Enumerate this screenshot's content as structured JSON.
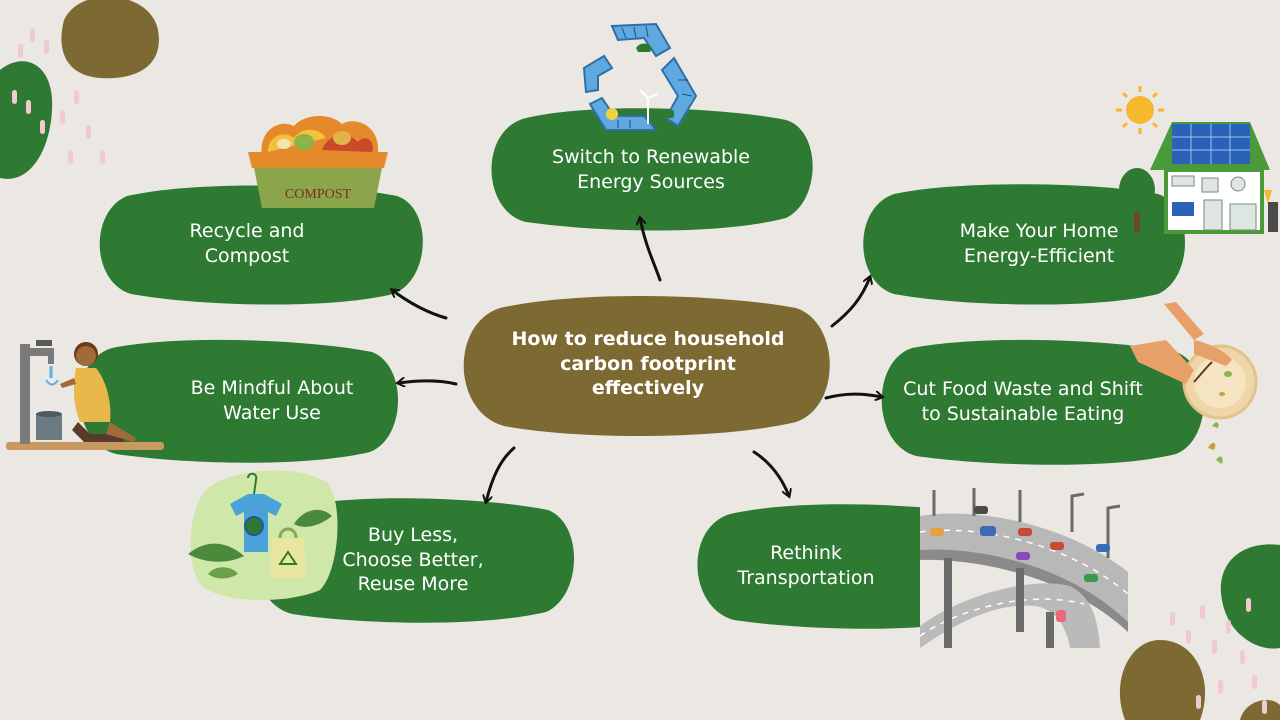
{
  "center": {
    "title": "How to reduce household\ncarbon footprint\neffectively"
  },
  "topics": {
    "renewable": "Switch to Renewable\nEnergy Sources",
    "recycle": "Recycle and\nCompost",
    "home_energy": "Make Your Home\nEnergy-Efficient",
    "water": "Be Mindful About\nWater Use",
    "food": "Cut Food Waste and Shift\nto Sustainable Eating",
    "buy_less": "Buy Less,\nChoose Better,\nReuse More",
    "transport": "Rethink\nTransportation"
  },
  "illustrations": {
    "compost_label": "COMPOST"
  },
  "colors": {
    "background": "#ebe8e4",
    "topic_green": "#2f7a33",
    "center_brown": "#7d6a33",
    "accent_pink": "#f2c9cf",
    "arrow": "#111111"
  }
}
